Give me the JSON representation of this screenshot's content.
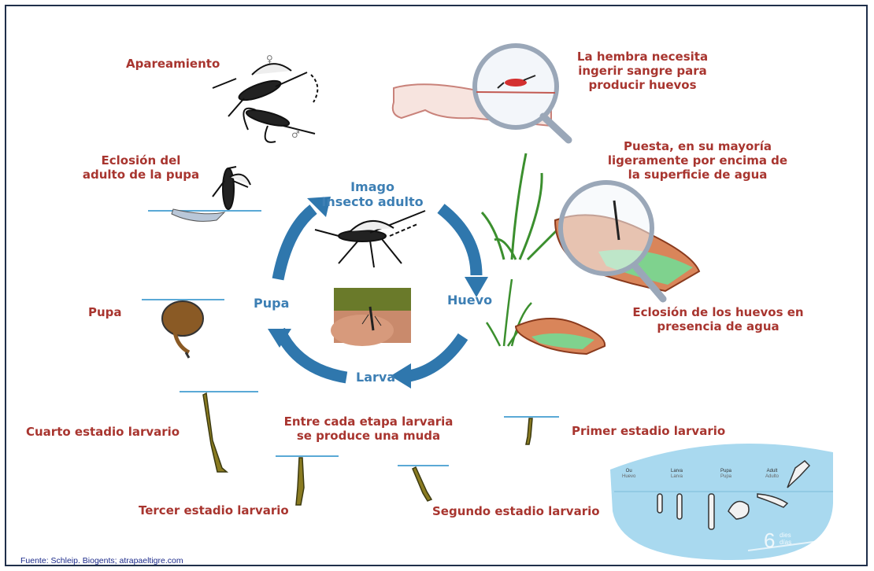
{
  "stages": {
    "mating": "Apareamiento",
    "female_symbol": "♀",
    "male_symbol": "♂",
    "blood_meal": [
      "La hembra necesita",
      "ingerir sangre para",
      "producir huevos"
    ],
    "laying": [
      "Puesta, en su mayoría",
      "ligeramente por encima de",
      "la superficie de agua"
    ],
    "hatching": [
      "Eclosión de los huevos en",
      "presencia de agua"
    ],
    "emergence": [
      "Eclosión del",
      "adulto de la pupa"
    ],
    "pupa": "Pupa",
    "fourth_instar": "Cuarto estadio larvario",
    "third_instar": "Tercer estadio larvario",
    "second_instar": "Segundo estadio larvario",
    "first_instar": "Primer estadio larvario",
    "molt_note": [
      "Entre cada etapa larvaria",
      "se produce una muda"
    ]
  },
  "cycle": {
    "imago": [
      "Imago",
      "Insecto adulto"
    ],
    "egg": "Huevo",
    "larva": "Larva",
    "pupa": "Pupa"
  },
  "inset": {
    "labels": [
      [
        "Ou",
        "Huevo"
      ],
      [
        "Larva",
        "Larva"
      ],
      [
        "Pupa",
        "Pupa"
      ],
      [
        "Adult",
        "Adulto"
      ]
    ],
    "days_number": "6",
    "days_unit": [
      "dies",
      "días"
    ]
  },
  "source": "Fuente: Schleip. Biogents; atrapaeltigre.com",
  "colors": {
    "label_red": "#a8352f",
    "cycle_blue": "#3d7fb4",
    "water": "#a9d9ef",
    "dish": "#d9855a",
    "border": "#1f2f4a"
  }
}
